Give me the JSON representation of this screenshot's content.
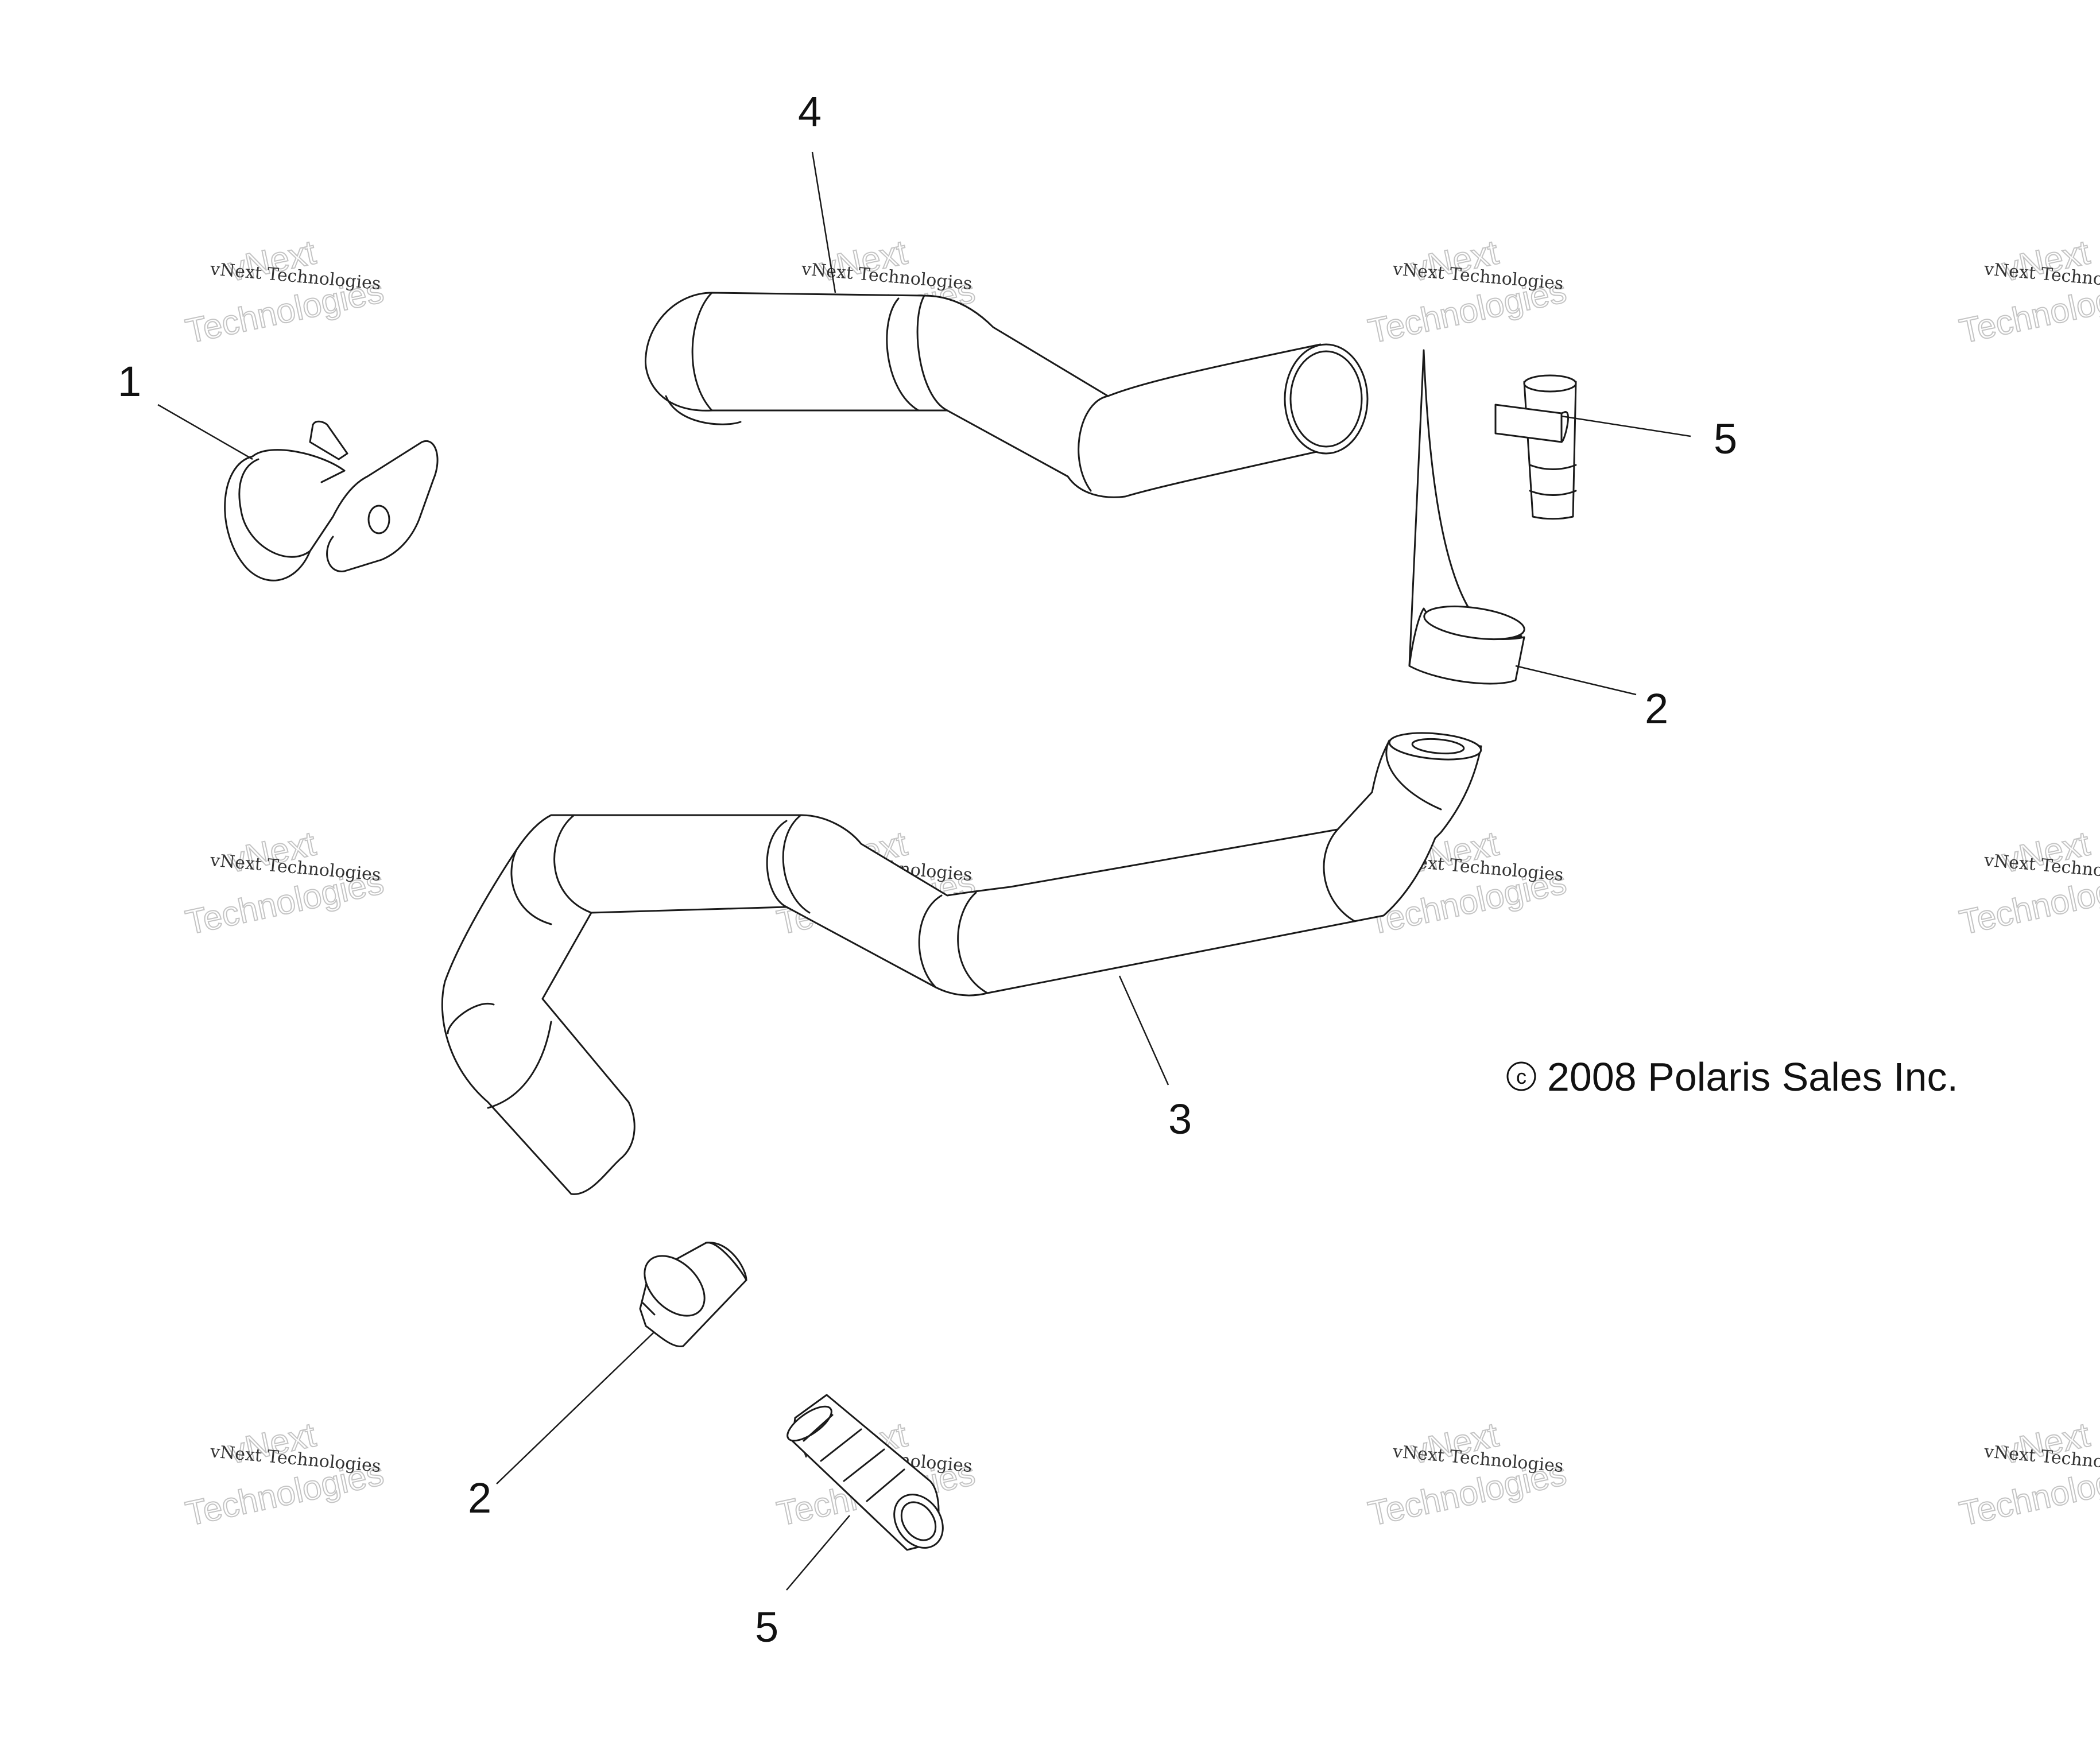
{
  "diagram": {
    "callouts": {
      "clamp": "1",
      "coupler_top": "2",
      "coupler_bottom": "2",
      "lower_hose": "3",
      "upper_hose": "4",
      "fitting_top": "5",
      "fitting_bottom": "5"
    },
    "copyright": "2008 Polaris Sales Inc.",
    "copyright_symbol": "c",
    "watermark": {
      "line1": "vNext Technologies",
      "line2": "vNext",
      "line3": "Technologies"
    }
  }
}
